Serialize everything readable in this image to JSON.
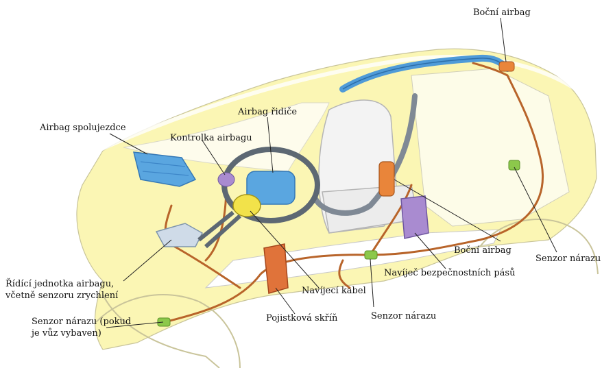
{
  "labels": {
    "bocni_airbag_top": "Boční airbag",
    "airbag_spolujezdce": "Airbag spolujezdce",
    "airbag_ridice": "Airbag řidiče",
    "kontrolka_airbagu": "Kontrolka airbagu",
    "ridici_jednotka_line1": "Řídící jednotka airbagu,",
    "ridici_jednotka_line2": "včetně senzoru zrychlení",
    "senzor_narazu_front_line1": "Senzor nárazu (pokud",
    "senzor_narazu_front_line2": "je vůz vybaven)",
    "pojistkova_skrin": "Pojistková skříň",
    "navijeci_kabel": "Navíjecí kabel",
    "senzor_narazu_mid": "Senzor nárazu",
    "navijec_pasu": "Navíječ bezpečnostních pásů",
    "bocni_airbag_mid": "Boční airbag",
    "senzor_narazu_rear": "Senzor nárazu"
  },
  "colors": {
    "body_fill": "#fbf6b4",
    "outline": "#b8b8b8",
    "wire": "#b8642a",
    "airbag_blue": "#5aa6e0",
    "sensor_green": "#8cc84b",
    "fuse_orange": "#e0733a",
    "curtain_blue": "#4f9bd8",
    "retractor_purple": "#a98bd0"
  }
}
